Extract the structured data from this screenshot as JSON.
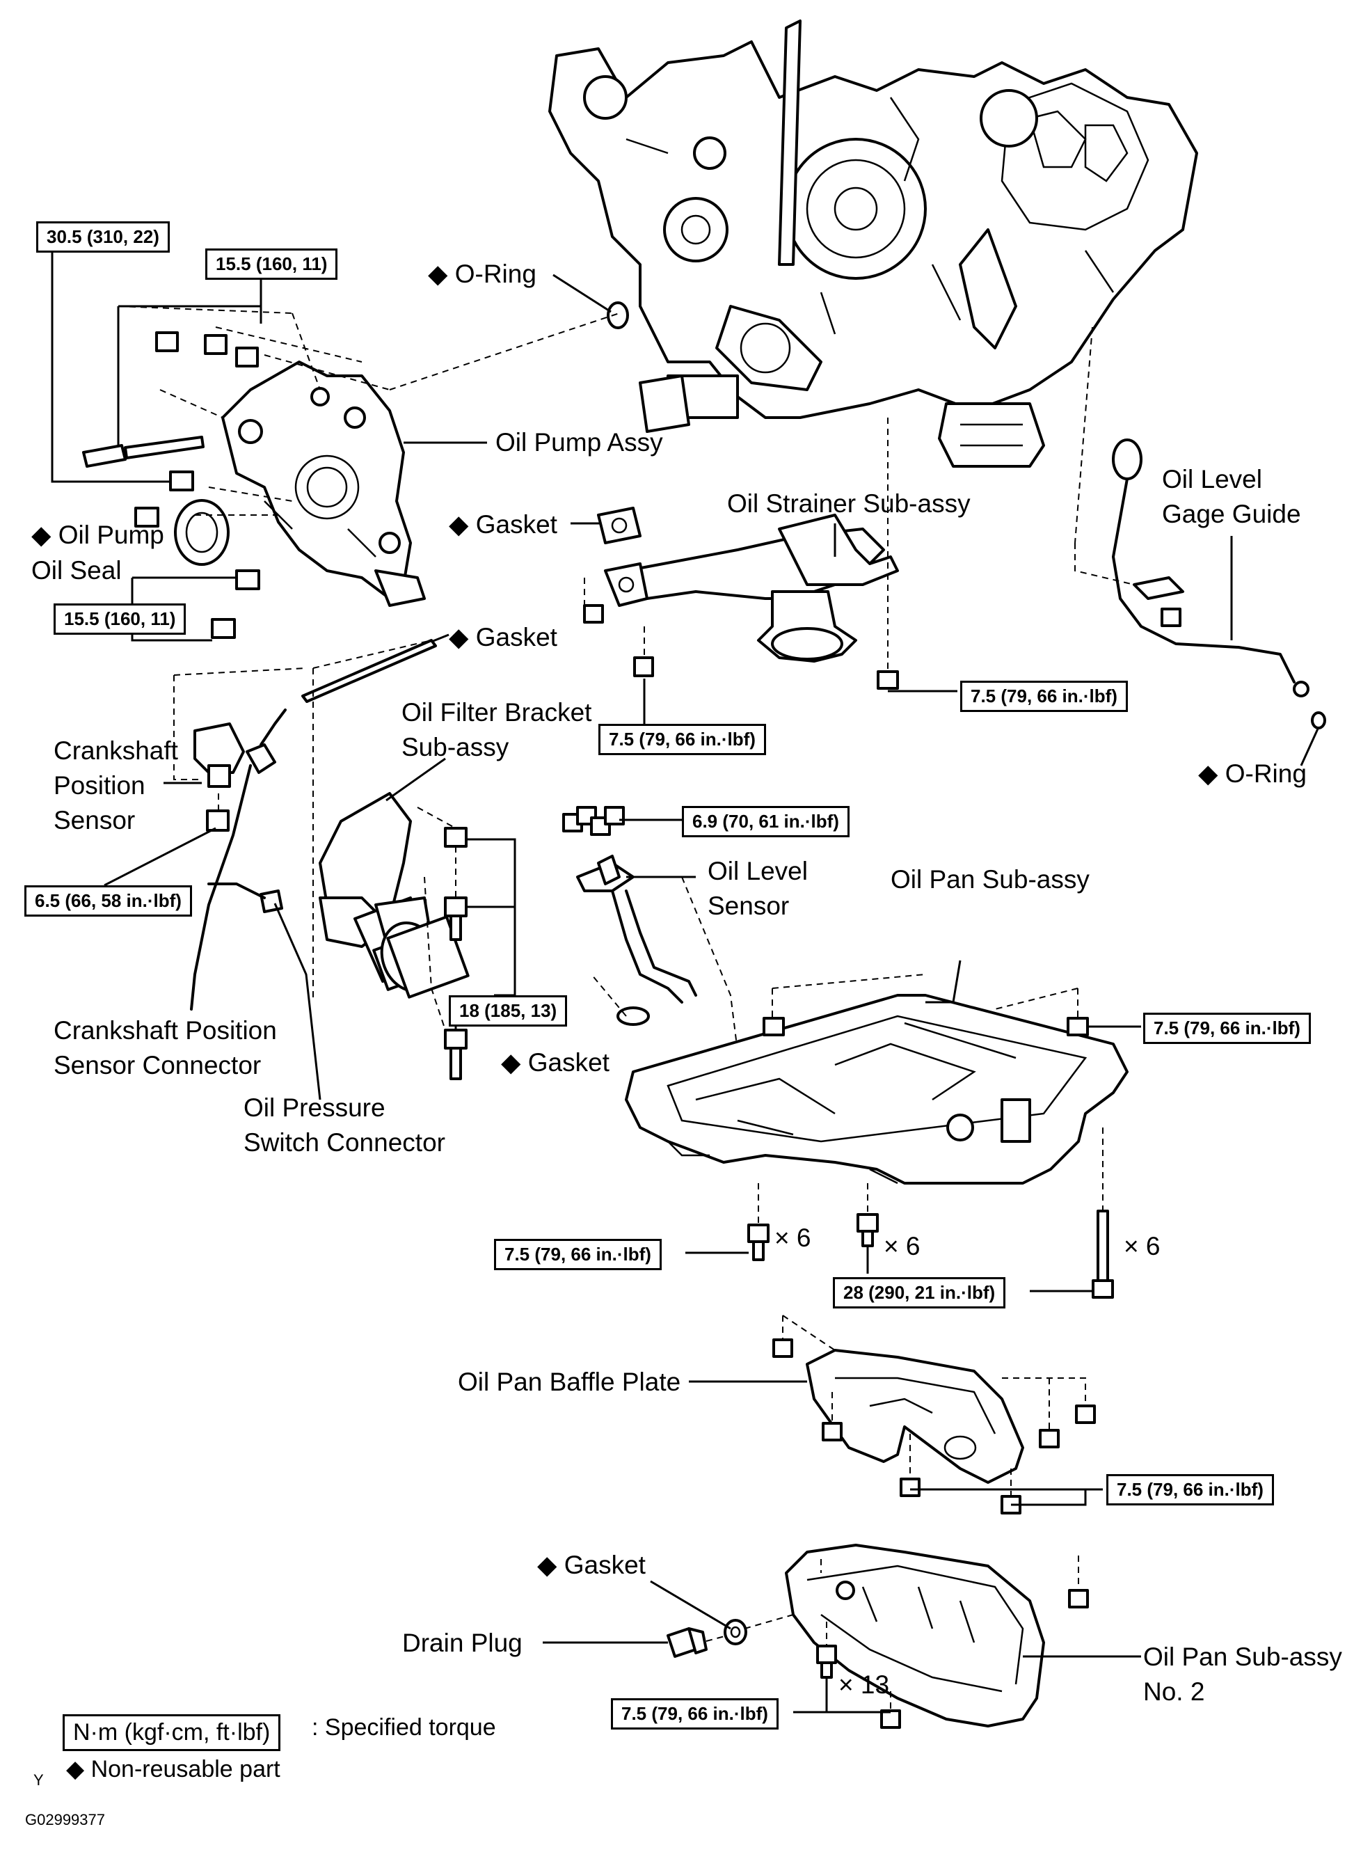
{
  "parts": {
    "o_ring_top": "◆ O-Ring",
    "oil_pump_assy": "Oil Pump Assy",
    "oil_pump_oil_seal_1": "◆ Oil Pump",
    "oil_pump_oil_seal_2": "Oil Seal",
    "gasket_strainer": "◆ Gasket",
    "oil_strainer": "Oil Strainer Sub-assy",
    "oil_level_gage_guide_1": "Oil Level",
    "oil_level_gage_guide_2": "Gage Guide",
    "gasket_filter": "◆ Gasket",
    "o_ring_gage": "◆ O-Ring",
    "oil_filter_bracket_1": "Oil Filter Bracket",
    "oil_filter_bracket_2": "Sub-assy",
    "crank_sensor_1": "Crankshaft",
    "crank_sensor_2": "Position",
    "crank_sensor_3": "Sensor",
    "oil_level_sensor_1": "Oil Level",
    "oil_level_sensor_2": "Sensor",
    "oil_pan": "Oil Pan Sub-assy",
    "crank_connector_1": "Crankshaft Position",
    "crank_connector_2": "Sensor Connector",
    "oil_pressure_1": "Oil Pressure",
    "oil_pressure_2": "Switch Connector",
    "gasket_sensor": "◆ Gasket",
    "baffle_plate": "Oil Pan Baffle Plate",
    "gasket_drain": "◆ Gasket",
    "drain_plug": "Drain Plug",
    "oil_pan_no2_1": "Oil Pan Sub-assy",
    "oil_pan_no2_2": "No. 2"
  },
  "torque": {
    "t1": "30.5 (310, 22)",
    "t2": "15.5 (160, 11)",
    "t3": "15.5 (160, 11)",
    "t4": "7.5 (79, 66 in.·lbf)",
    "t5": "7.5 (79, 66 in.·lbf)",
    "t6": "6.9 (70, 61 in.·lbf)",
    "t7": "6.5 (66, 58 in.·lbf)",
    "t8": "18 (185, 13)",
    "t9": "7.5 (79, 66 in.·lbf)",
    "t10": "7.5 (79, 66 in.·lbf)",
    "t11": "28 (290, 21 in.·lbf)",
    "t12": "7.5 (79, 66 in.·lbf)",
    "t13": "7.5 (79, 66 in.·lbf)"
  },
  "counts": {
    "c1": "× 6",
    "c2": "× 6",
    "c3": "× 6",
    "c4": "× 13"
  },
  "legend": {
    "unit_box": "N·m (kgf·cm, ft·lbf)",
    "unit_text": ": Specified torque",
    "nonreusable": "◆ Non-reusable part"
  },
  "footer": {
    "y_mark": "Y",
    "figure_id": "G02999377"
  }
}
